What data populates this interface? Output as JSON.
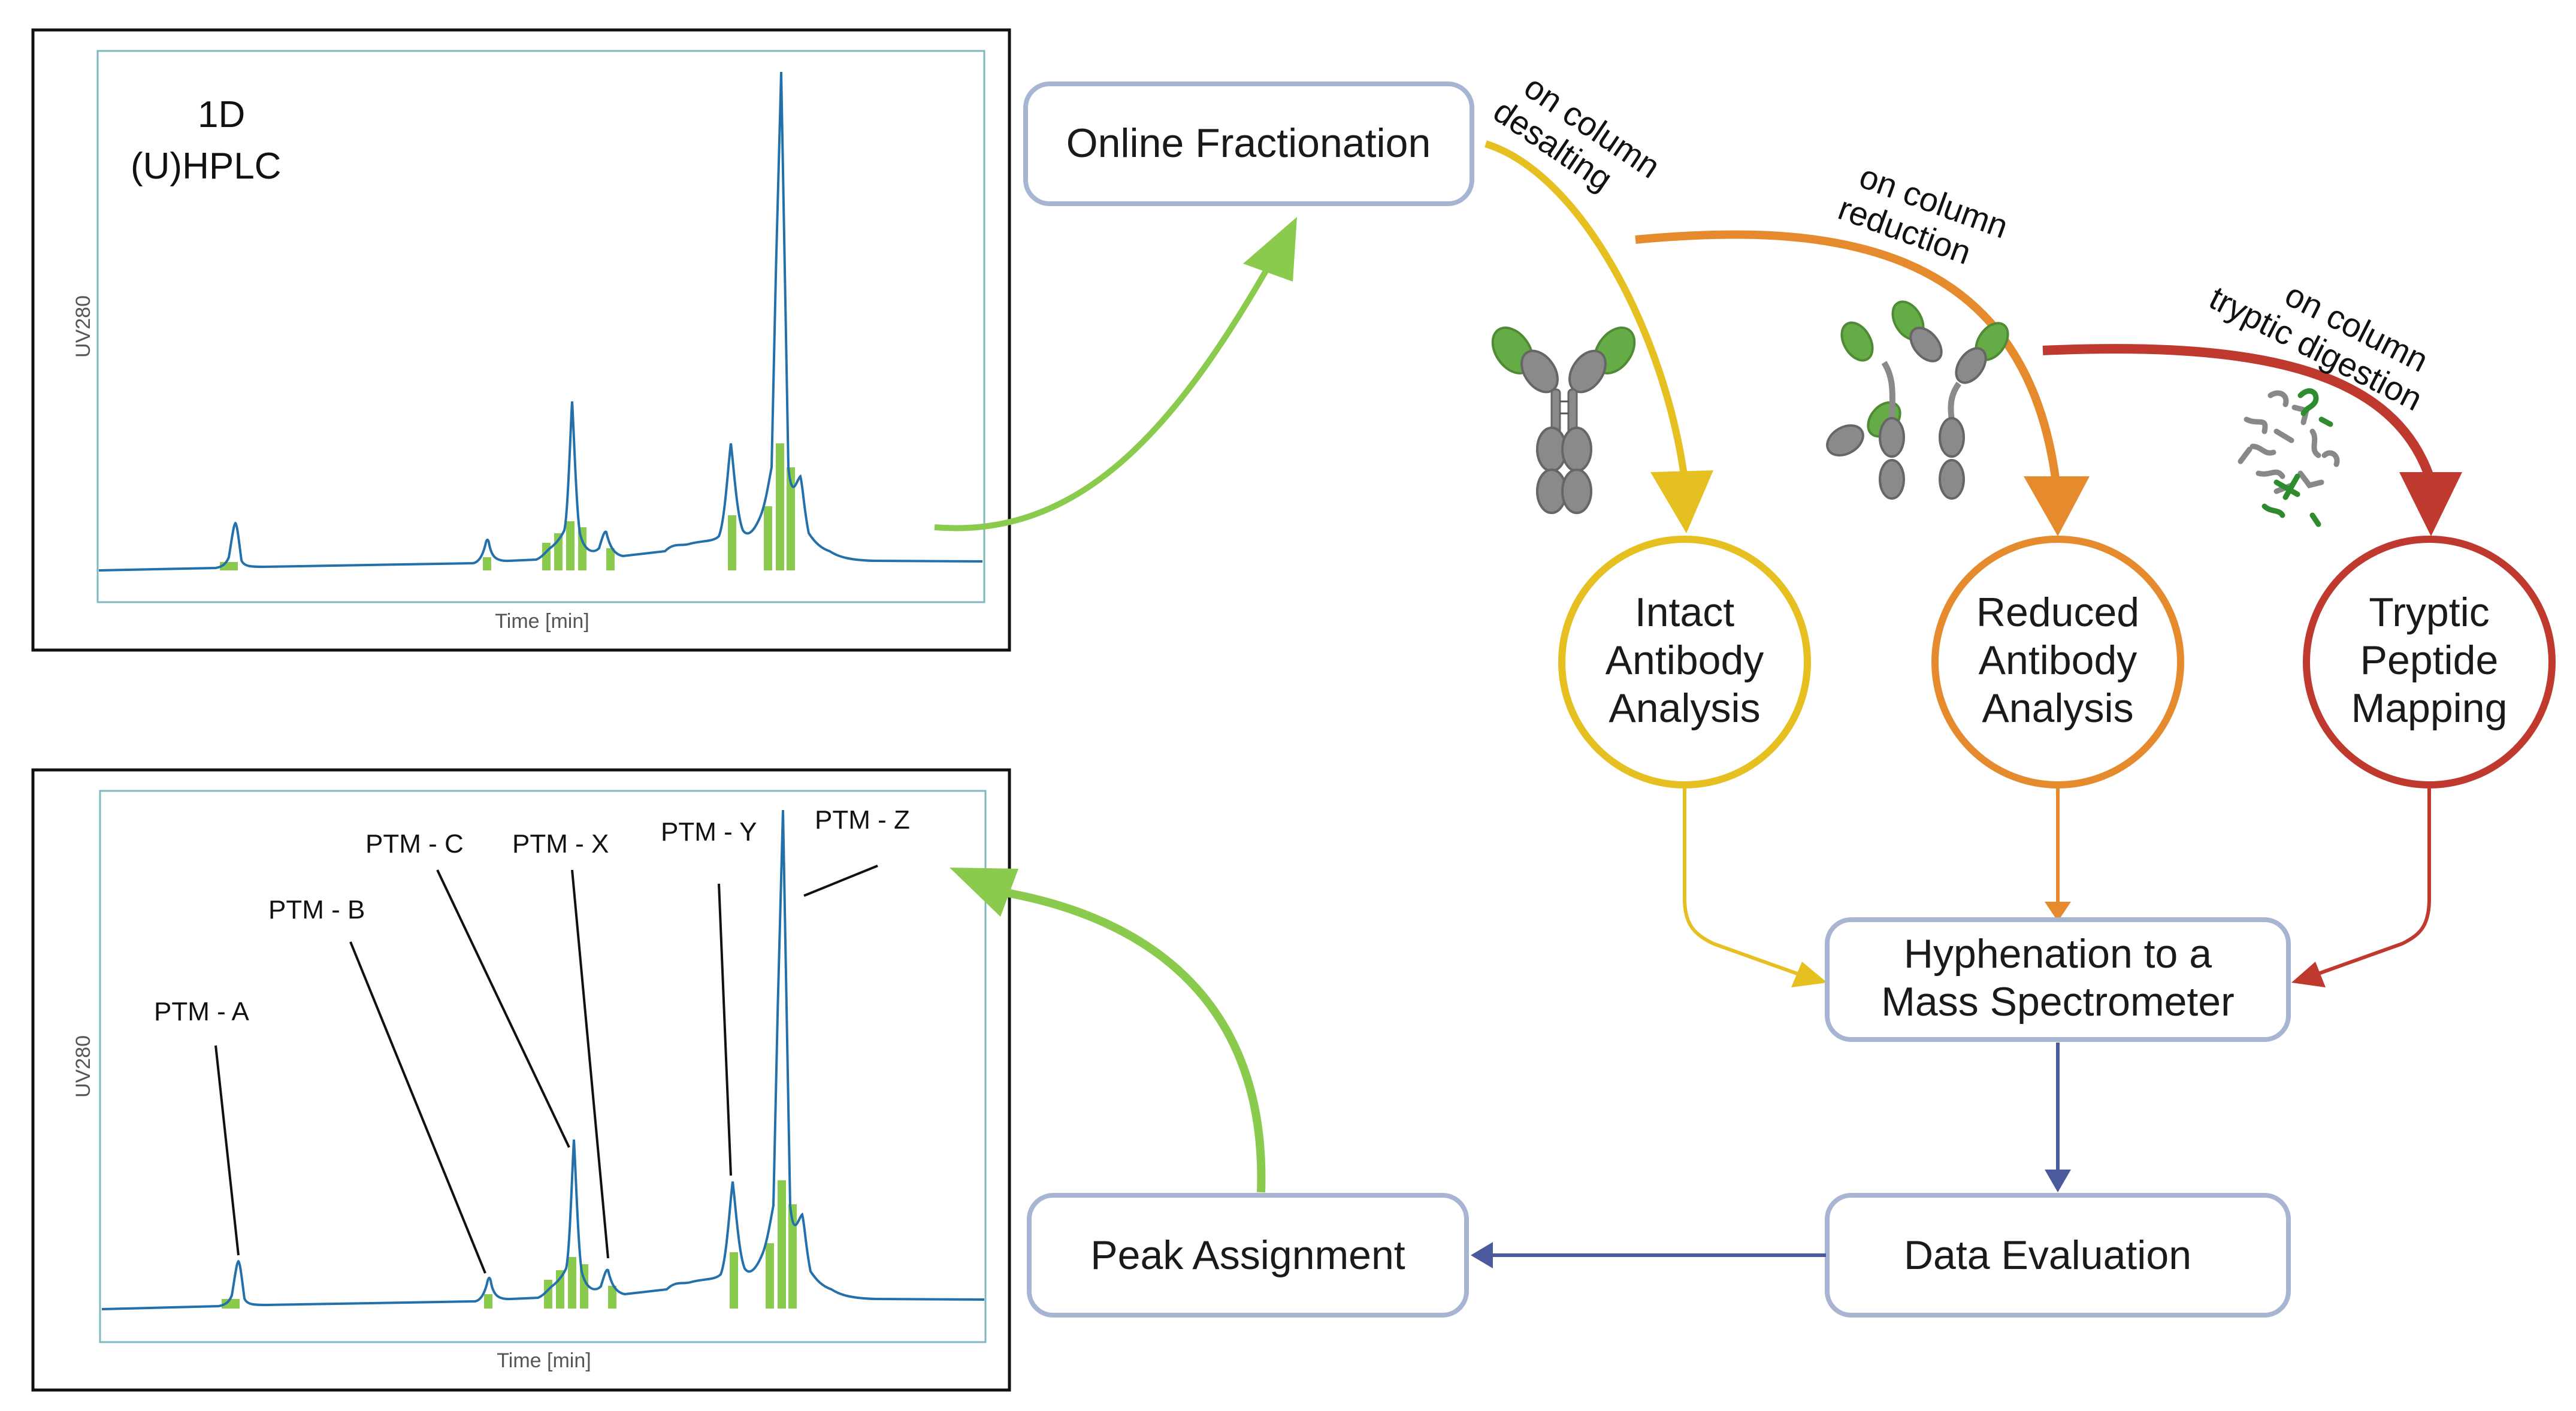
{
  "colors": {
    "green_arrow": "#8acb4d",
    "yellow": "#e5c020",
    "orange": "#e68a2e",
    "red": "#c0392f",
    "blue": "#4a5a9c",
    "box_border": "#a7b4d2",
    "trace": "#2470aa",
    "fraction_bar": "#8acb4d",
    "antibody_green": "#66ac46",
    "antibody_gray": "#8a8a8a"
  },
  "top_chart": {
    "title_line1": "1D",
    "title_line2": "(U)HPLC",
    "ylabel": "UV280",
    "xlabel": "Time [min]"
  },
  "bottom_chart": {
    "ylabel": "UV280",
    "xlabel": "Time [min]",
    "ptm_labels": [
      "PTM - A",
      "PTM - B",
      "PTM - C",
      "PTM - X",
      "PTM - Y",
      "PTM - Z"
    ]
  },
  "boxes": {
    "online_fractionation": "Online Fractionation",
    "hyphenation_line1": "Hyphenation to a",
    "hyphenation_line2": "Mass Spectrometer",
    "data_evaluation": "Data Evaluation",
    "peak_assignment": "Peak Assignment"
  },
  "circles": {
    "intact": [
      "Intact",
      "Antibody",
      "Analysis"
    ],
    "reduced": [
      "Reduced",
      "Antibody",
      "Analysis"
    ],
    "tryptic": [
      "Tryptic",
      "Peptide",
      "Mapping"
    ]
  },
  "curve_labels": {
    "desalting": [
      "on column",
      "desalting"
    ],
    "reduction": [
      "on column",
      "reduction"
    ],
    "digestion": [
      "on column",
      "tryptic digestion"
    ]
  },
  "icons": [
    "intact-antibody-icon",
    "reduced-antibody-chains-icon",
    "peptide-fragments-icon"
  ]
}
